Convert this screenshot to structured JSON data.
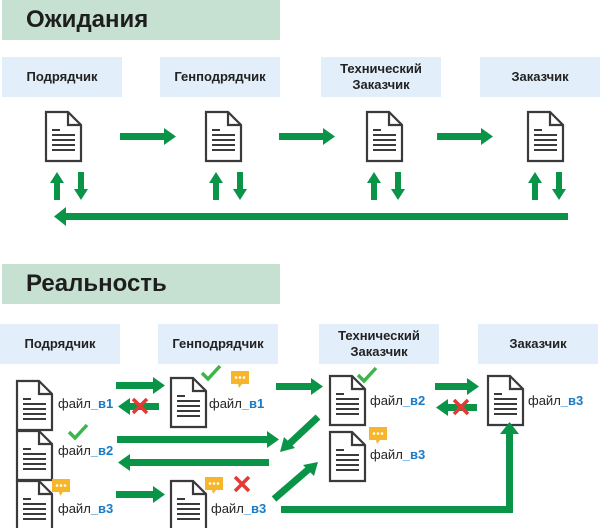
{
  "expectations": {
    "title": "Ожидания",
    "roles": [
      "Подрядчик",
      "Генподрядчик",
      "Технический Заказчик",
      "Заказчик"
    ]
  },
  "reality": {
    "title": "Реальность",
    "roles": [
      "Подрядчик",
      "Генподрядчик",
      "Технический Заказчик",
      "Заказчик"
    ],
    "files": [
      {
        "owner": "Подрядчик",
        "name": "файл",
        "version": "_в1"
      },
      {
        "owner": "Генподрядчик",
        "name": "файл",
        "version": "_в1",
        "status": [
          "approved",
          "comment"
        ]
      },
      {
        "owner": "Подрядчик",
        "name": "файл",
        "version": "_в2",
        "status": [
          "approved"
        ]
      },
      {
        "owner": "Подрядчик",
        "name": "файл",
        "version": "_в3",
        "status": [
          "comment"
        ]
      },
      {
        "owner": "Генподрядчик",
        "name": "файл",
        "version": "_в3",
        "status": [
          "comment",
          "rejected"
        ]
      },
      {
        "owner": "Технический Заказчик",
        "name": "файл",
        "version": "_в2",
        "status": [
          "approved"
        ]
      },
      {
        "owner": "Технический Заказчик",
        "name": "файл",
        "version": "_в3",
        "status": [
          "comment"
        ]
      },
      {
        "owner": "Заказчик",
        "name": "файл",
        "version": "_в3"
      }
    ]
  },
  "colors": {
    "arrow": "#0a9447",
    "check": "#3cb64a",
    "cross": "#e53935",
    "comment": "#f7b52b",
    "version": "#1a7bc6",
    "banner": "#c6e1d1",
    "role_box": "#e2eef9"
  }
}
